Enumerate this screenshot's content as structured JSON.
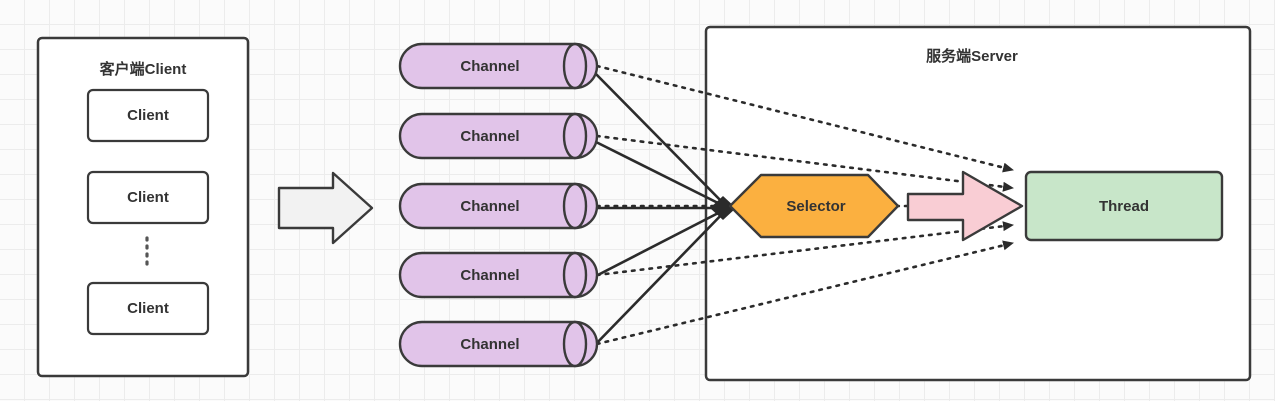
{
  "diagram": {
    "title_client": "客户端Client",
    "title_server": "服务端Server",
    "colors": {
      "background": "#fbfbfb",
      "grid": "#ececec",
      "outline": "#3a3a3a",
      "container_fill": "#ffffff",
      "client_fill": "#ffffff",
      "channel_fill": "#e1c4e9",
      "selector_fill": "#fbb040",
      "thread_fill": "#c8e6c9",
      "big_arrow_fill": "#f2f2f2",
      "pink_arrow_fill": "#f9cdd4",
      "text": "#333333"
    },
    "client_panel": {
      "title": "客户端Client",
      "items": [
        {
          "label": "Client"
        },
        {
          "label": "Client"
        },
        {
          "label": "Client"
        }
      ],
      "ellipsis": "⋮"
    },
    "flow_arrow": {
      "name": "client-to-channel-arrow",
      "fill": "#f2f2f2"
    },
    "channels": [
      {
        "label": "Channel"
      },
      {
        "label": "Channel"
      },
      {
        "label": "Channel"
      },
      {
        "label": "Channel"
      },
      {
        "label": "Channel"
      }
    ],
    "server_panel": {
      "title": "服务端Server",
      "selector": {
        "label": "Selector",
        "shape": "hexagon",
        "fill": "#fbb040"
      },
      "thread": {
        "label": "Thread",
        "shape": "rectangle",
        "fill": "#c8e6c9"
      },
      "selector_to_thread_arrow": {
        "fill": "#f9cdd4"
      }
    },
    "connections": {
      "solid_label": "channel-to-selector",
      "dotted_label": "channel-to-thread",
      "solid_count": 5,
      "dotted_count": 5
    }
  }
}
